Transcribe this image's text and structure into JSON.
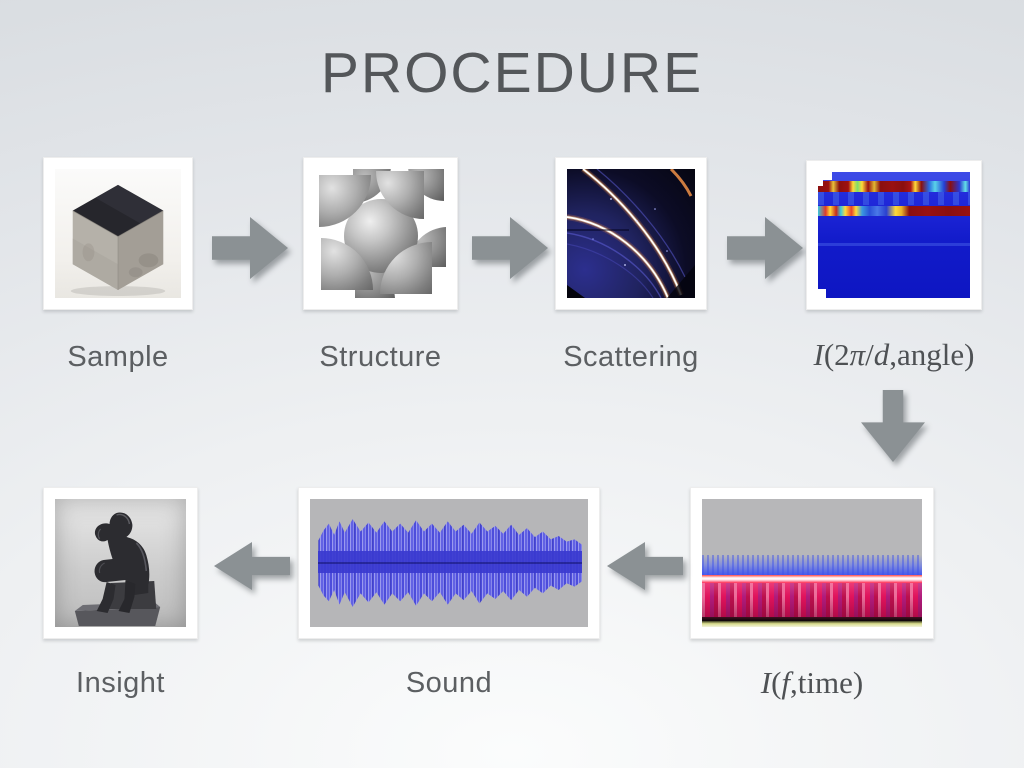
{
  "slide": {
    "title": "PROCEDURE"
  },
  "colors": {
    "background_top": "#d8dce0",
    "background_bottom": "#fbfcfc",
    "title_text": "#54575a",
    "caption_text": "#5c5f62",
    "arrow": "#8b9194",
    "frame": "#ffffff"
  },
  "steps": [
    {
      "id": "sample",
      "label": "Sample",
      "image": "metal-cube-sample-photo"
    },
    {
      "id": "structure",
      "label": "Structure",
      "image": "crystal-structure-render"
    },
    {
      "id": "scattering",
      "label": "Scattering",
      "image": "xray-diffraction-pattern-photo"
    },
    {
      "id": "i-q-angle",
      "label": "I(2π/d,angle)",
      "image": "intensity-heatmap"
    },
    {
      "id": "i-f-time",
      "label": "I(f,time)",
      "image": "spectrogram"
    },
    {
      "id": "sound",
      "label": "Sound",
      "image": "audio-waveform"
    },
    {
      "id": "insight",
      "label": "Insight",
      "image": "thinker-statue-photo"
    }
  ],
  "math_labels": {
    "i_q_angle": {
      "i": "I",
      "open": "(2",
      "pi": "π",
      "slash": "/",
      "d": "d",
      "rest": ",angle)"
    },
    "i_f_time": {
      "i": "I",
      "open": "(",
      "f": "f",
      "rest": ",time)"
    }
  },
  "arrows": [
    {
      "id": "arrow-1",
      "direction": "right",
      "from": "Sample",
      "to": "Structure"
    },
    {
      "id": "arrow-2",
      "direction": "right",
      "from": "Structure",
      "to": "Scattering"
    },
    {
      "id": "arrow-3",
      "direction": "right",
      "from": "Scattering",
      "to": "I(2π/d,angle)"
    },
    {
      "id": "arrow-4",
      "direction": "down",
      "from": "I(2π/d,angle)",
      "to": "I(f,time)"
    },
    {
      "id": "arrow-5",
      "direction": "left",
      "from": "I(f,time)",
      "to": "Sound"
    },
    {
      "id": "arrow-6",
      "direction": "left",
      "from": "Sound",
      "to": "Insight"
    }
  ]
}
